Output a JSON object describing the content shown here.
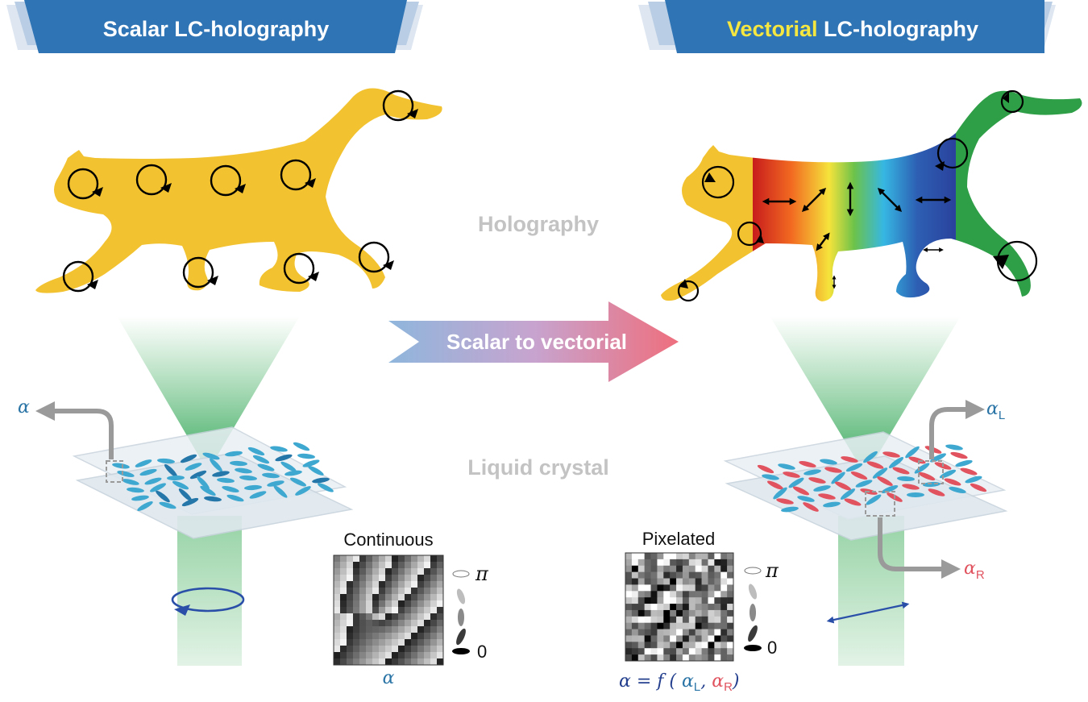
{
  "banners": {
    "left": {
      "title": "Scalar LC-holography"
    },
    "right": {
      "accent": "Vectorial",
      "rest": " LC-holography"
    }
  },
  "center": {
    "holography_label": "Holography",
    "liquid_crystal_label": "Liquid crystal",
    "arrow_label": "Scalar to vectorial"
  },
  "left_panel": {
    "alpha_label": "α",
    "map_title": "Continuous",
    "map_xlabel": "α",
    "tick_pi": "π",
    "tick_zero": "0"
  },
  "right_panel": {
    "alpha_L_main": "α",
    "alpha_L_sub": "L",
    "alpha_R_main": "α",
    "alpha_R_sub": "R",
    "map_title": "Pixelated",
    "tick_pi": "π",
    "tick_zero": "0",
    "formula": {
      "alpha": "α",
      "eq": " = ",
      "f": "f",
      "open": " ( ",
      "aL": "α",
      "aL_sub": "L",
      "comma": ", ",
      "aR": "α",
      "aR_sub": "R",
      "close": ")"
    }
  },
  "colors": {
    "banner_blue": "#2f74b5",
    "cat_yellow": "#f2c230",
    "cat_green": "#2e9e47",
    "lc_blue": "#3fa8d0",
    "lc_red": "#e0535f",
    "beam_green": "#3fae5a"
  }
}
